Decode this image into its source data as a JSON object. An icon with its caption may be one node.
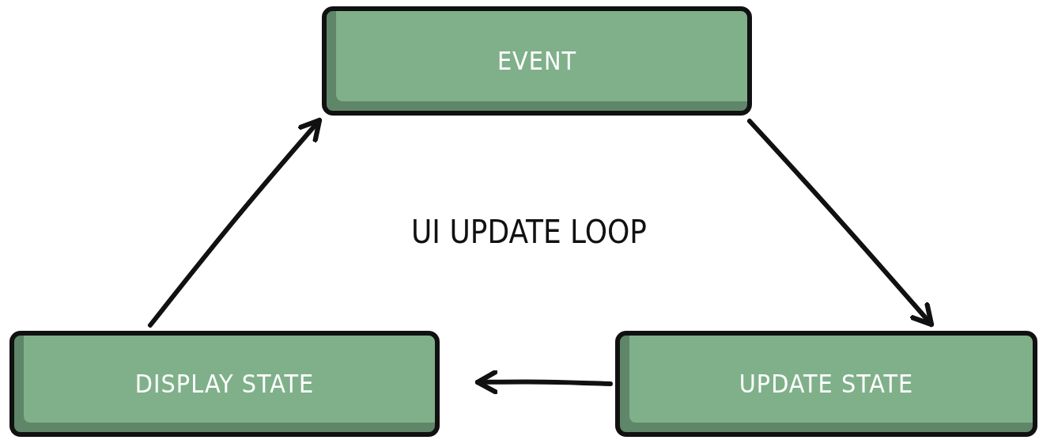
{
  "diagram": {
    "title": "UI UPDATE LOOP",
    "nodes": [
      {
        "text": [
          "EVENT"
        ]
      },
      {
        "text": [
          "UPDATE STATE"
        ]
      },
      {
        "text": [
          "DISPLAY STATE"
        ]
      }
    ],
    "edges": [
      {
        "from": 0,
        "to": 1,
        "arrow": "to"
      },
      {
        "from": 1,
        "to": 2,
        "arrow": "to"
      },
      {
        "from": 2,
        "to": 0,
        "arrow": "to"
      }
    ]
  }
}
